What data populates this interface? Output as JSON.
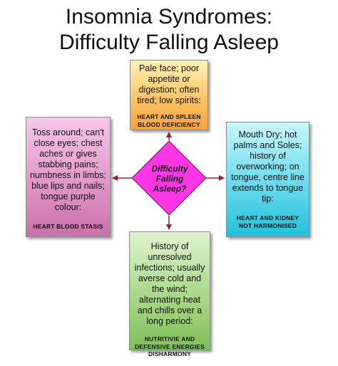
{
  "title_line1": "Insomnia Syndromes:",
  "title_line2": "Difficulty Falling Asleep",
  "center": {
    "line1": "Difficulty",
    "line2": "Falling",
    "line3": "Asleep?"
  },
  "boxes": {
    "top": {
      "desc": "Pale face; poor appetite or digestion; often tired; low spirits:",
      "diag": "HEART AND SPLEEN BLOOD DEFICIENCY"
    },
    "left": {
      "desc": "Toss around; can't close eyes; chest aches or gives stabbing pains; numbness in limbs; blue lips and nails; tongue purple colour:",
      "diag": "HEART BLOOD STASIS"
    },
    "right": {
      "desc": "Mouth Dry; hot palms and Soles; history of overworking; on tongue, centre line extends to tongue tip:",
      "diag": "HEART AND KIDNEY NOT HARMONISED"
    },
    "bottom": {
      "desc": "History of unresolved infections; usually averse cold and the wind; alternating heat and chills over a long period:",
      "diag": "NUTRITIVIE AND DEFENSIVE ENERGIES DISHARMONY"
    }
  },
  "colors": {
    "diamond_fill": "#ff36e6",
    "arrow": "#9b1d4a",
    "top_box": "#fbc569",
    "left_box": "#df93c4",
    "right_box": "#71ddee",
    "bottom_box": "#a9d888"
  }
}
